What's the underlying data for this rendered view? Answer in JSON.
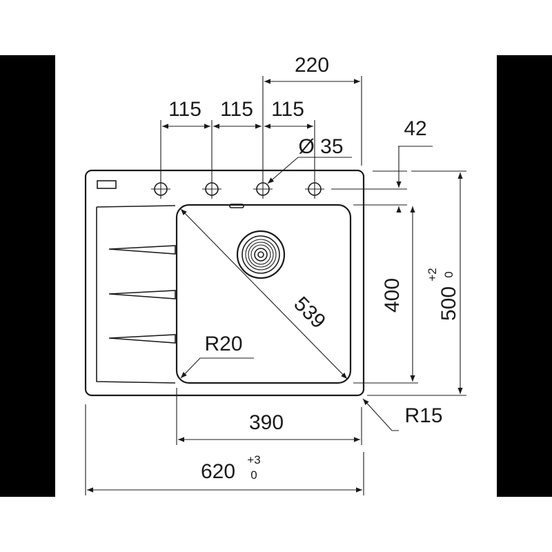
{
  "dimensions": {
    "d220": "220",
    "d115a": "115",
    "d115b": "115",
    "d115c": "115",
    "d42": "42",
    "hole_diameter": "Ø 35",
    "d400": "400",
    "d500": "500",
    "d500_tol_plus": "+2",
    "d500_tol_minus": "0",
    "diagonal": "539",
    "radius_inner": "R20",
    "radius_outer": "R15",
    "d390": "390",
    "d620": "620",
    "d620_tol_plus": "+3",
    "d620_tol_minus": "0"
  },
  "colors": {
    "line": "#1a1a1a",
    "background": "#ffffff",
    "side_bars": "#000000"
  }
}
